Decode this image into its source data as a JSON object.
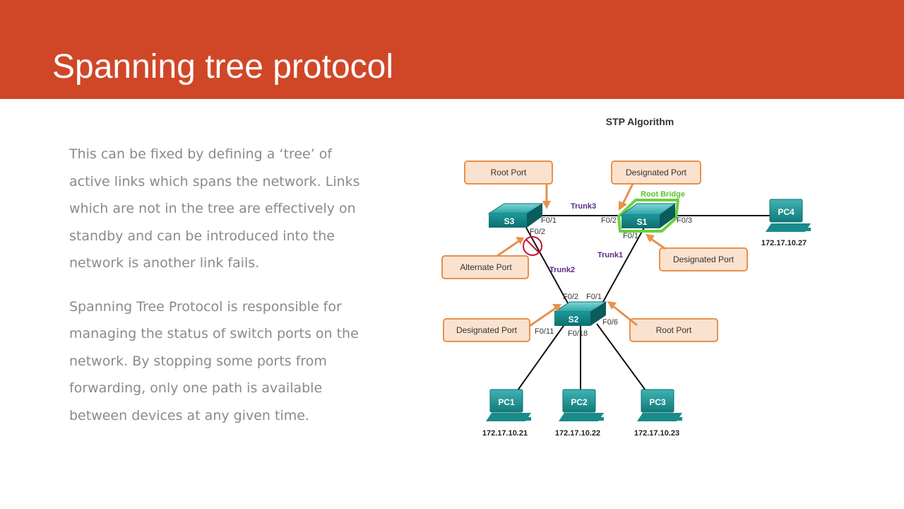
{
  "slide": {
    "title": "Spanning tree protocol",
    "paragraphs": [
      "This can be fixed by defining a ‘tree’ of active links which spans the network. Links which are not in the tree are effectively on standby and can be introduced into the network is another link fails.",
      "Spanning Tree Protocol is responsible for managing the status of switch ports on the network. By stopping some ports from forwarding, only one path is available between devices at any given time."
    ]
  },
  "colors": {
    "title_bar": "#d04727",
    "body_text": "#8a8a8a",
    "callout_fill": "#fbe2cf",
    "callout_border": "#e8914a",
    "switch_teal": "#1a8a8a",
    "root_bridge_green": "#6ad13c",
    "trunk_label": "#5b2a86",
    "blocked_port": "#c8102e"
  },
  "diagram": {
    "title": "STP Algorithm",
    "root_bridge_label": "Root Bridge",
    "switches": {
      "s1": "S1",
      "s2": "S2",
      "s3": "S3"
    },
    "trunks": {
      "trunk1": "Trunk1",
      "trunk2": "Trunk2",
      "trunk3": "Trunk3"
    },
    "ports": {
      "s3_f01": "F0/1",
      "s3_f02": "F0/2",
      "s1_f02": "F0/2",
      "s1_f01": "F0/1",
      "s1_f03": "F0/3",
      "s2_f02": "F0/2",
      "s2_f01": "F0/1",
      "s2_f011": "F0/11",
      "s2_f018": "F0/18",
      "s2_f06": "F0/6"
    },
    "callouts": {
      "s3_root": "Root Port",
      "s1_designated_top": "Designated Port",
      "s3_alternate": "Alternate Port",
      "s1_designated_right": "Designated Port",
      "s2_designated": "Designated Port",
      "s2_root": "Root Port"
    },
    "pcs": [
      {
        "name": "PC1",
        "ip": "172.17.10.21"
      },
      {
        "name": "PC2",
        "ip": "172.17.10.22"
      },
      {
        "name": "PC3",
        "ip": "172.17.10.23"
      },
      {
        "name": "PC4",
        "ip": "172.17.10.27"
      }
    ],
    "icons": {
      "switch": "switch-icon",
      "pc": "pc-icon",
      "blocked": "blocked-port-icon",
      "arrow": "arrow-icon"
    }
  }
}
